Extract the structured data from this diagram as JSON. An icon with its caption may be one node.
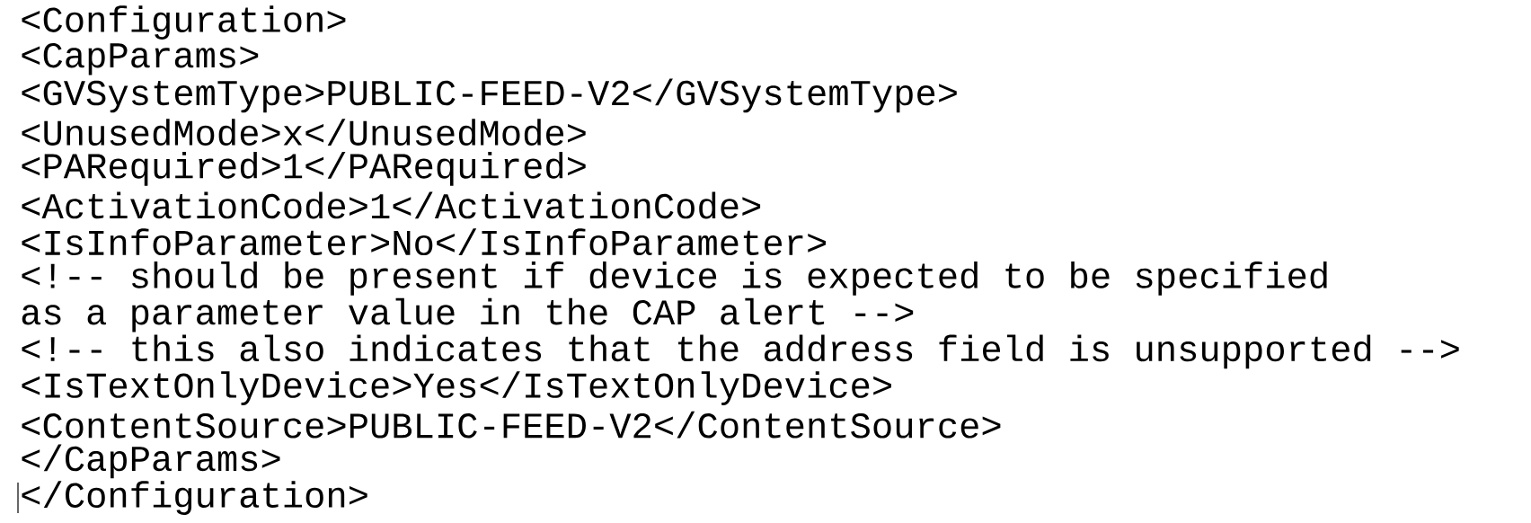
{
  "diagram": {
    "labels": [
      "<Configuration>",
      "<CapParams>",
      "<GVSystemType>PUBLIC-FEED-V2</GVSystemType>",
      "<UnusedMode>x</UnusedMode>",
      "<PARequired>1</PARequired>",
      "<ActivationCode>1</ActivationCode>",
      "<IsInfoParameter>No</IsInfoParameter>",
      "<!-- should be present if device is expected to be specified",
      "as a parameter value in the CAP alert -->",
      "<!-- this also indicates that the address field is unsupported -->",
      "<IsTextOnlyDevice>Yes</IsTextOnlyDevice>",
      "<ContentSource>PUBLIC-FEED-V2</ContentSource>",
      "</CapParams>",
      "</Configuration>"
    ]
  }
}
